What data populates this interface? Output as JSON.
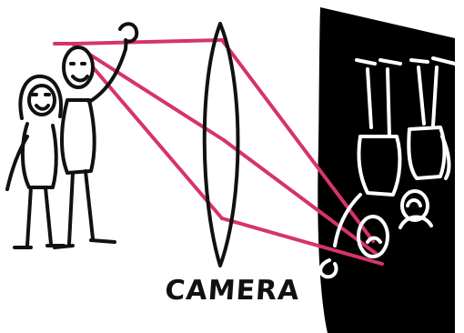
{
  "diagram": {
    "caption": "CAMERA",
    "colors": {
      "ink": "#111111",
      "ray": "#d6336c",
      "screen": "#000000",
      "paper": "#ffffff"
    },
    "icons": [
      "people-figures",
      "convex-lens",
      "inverted-image-on-screen"
    ]
  }
}
